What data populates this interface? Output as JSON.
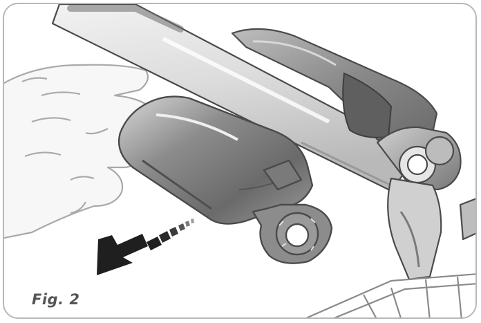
{
  "figure": {
    "label": "Fig. 2",
    "colors": {
      "background": "#ffffff",
      "frame": "#b8b8b8",
      "outline": "#4a4a4a",
      "shade_dark": "#5f5f5f",
      "shade_mid": "#8a8a8a",
      "shade_light": "#cfcfcf",
      "tube": "#e2e2e2",
      "arrow": "#1f1f1f",
      "label": "#555555"
    },
    "icons": [
      "hand-outline",
      "tube",
      "clip-cover",
      "hinge",
      "removal-arrow"
    ]
  }
}
